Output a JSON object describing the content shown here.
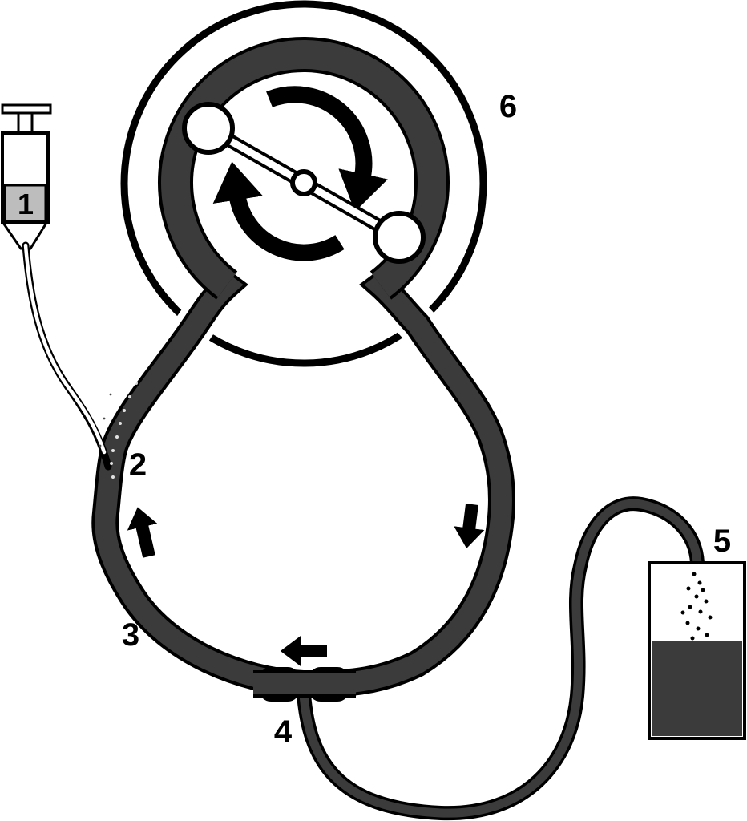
{
  "diagram": {
    "labels": {
      "syringe": "1",
      "injection_site": "2",
      "tubing_loop": "3",
      "connector": "4",
      "reservoir": "5",
      "pump": "6"
    },
    "colors": {
      "background": "#ffffff",
      "outline": "#000000",
      "tube_fill": "#3b3b3b",
      "reservoir_liquid": "#3b3b3b",
      "syringe_liquid": "#bdbdbd"
    }
  }
}
